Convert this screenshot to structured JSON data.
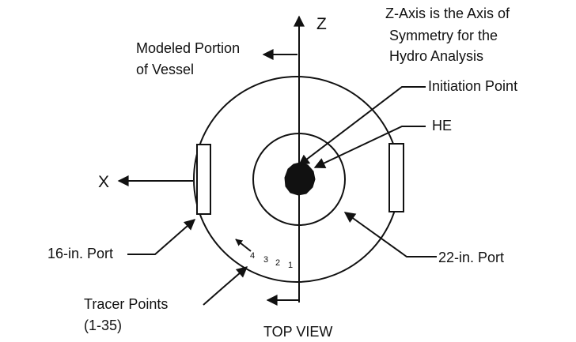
{
  "colors": {
    "ink": "#111111",
    "background": "#ffffff"
  },
  "labels": {
    "z_axis": "Z",
    "x_axis": "X",
    "symmetry_note": [
      "Z-Axis is the Axis of",
      "Symmetry for the",
      "Hydro Analysis"
    ],
    "modeled_portion": [
      "Modeled Portion",
      "of Vessel"
    ],
    "initiation_point": "Initiation Point",
    "he": "HE",
    "port_16": "16-in. Port",
    "port_22": "22-in. Port",
    "tracer_points": [
      "Tracer Points",
      "(1-35)"
    ],
    "view_title": "TOP VIEW",
    "tracer_numbers": [
      "4",
      "3",
      "2",
      "1"
    ]
  }
}
